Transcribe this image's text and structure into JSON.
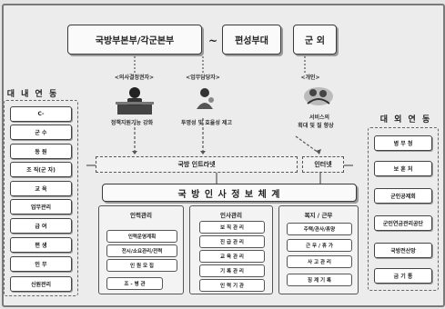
{
  "top": {
    "hq_label": "국방부본부/각군본부",
    "tilde": "~",
    "org_label": "편성부대",
    "outside_label": "군 외"
  },
  "roles": [
    {
      "tag": "<의사결정권자>",
      "caption": "정책지원기능 강화",
      "icon": "decision-maker-icon"
    },
    {
      "tag": "<업무담당자>",
      "caption": "투명성 및 효율성 제고",
      "icon": "staff-icon"
    },
    {
      "tag": "<개인>",
      "caption_line1": "서비스의",
      "caption_line2": "획대 및 질 향상",
      "icon": "individual-icon"
    }
  ],
  "left_panel": {
    "title": "대 내 연 동",
    "items": [
      "C-",
      "군 수",
      "동 원",
      "조 직(군 자)",
      "교 육",
      "업무관리",
      "급 여",
      "편 생",
      "인 무",
      "신원관리"
    ]
  },
  "right_panel": {
    "title": "대 외 연 동",
    "items": [
      "병 무 청",
      "보 훈 처",
      "군인공제회",
      "군인연금관리공단",
      "국방전산망",
      "금 기 통"
    ]
  },
  "networks": {
    "intranet": "국방 인트라넷",
    "internet": "인터넷"
  },
  "system_title": "국 방 인 사 정 보 체 계",
  "modules": [
    {
      "title": "인력관리",
      "items": [
        "인력운영계획",
        "전시/소요관리/전력",
        "인 원 모 집",
        "조 - 병 관"
      ]
    },
    {
      "title": "인사관리",
      "items": [
        "보 직 관 리",
        "진 급 관 리",
        "교 육 관 리",
        "기 록 관 리",
        "인 력 기 관"
      ]
    },
    {
      "title": "복지 / 근무",
      "items": [
        "주택/관사/휴양",
        "근 무 / 휴 가",
        "사 고 관 리",
        "징 계 기 록"
      ]
    }
  ]
}
